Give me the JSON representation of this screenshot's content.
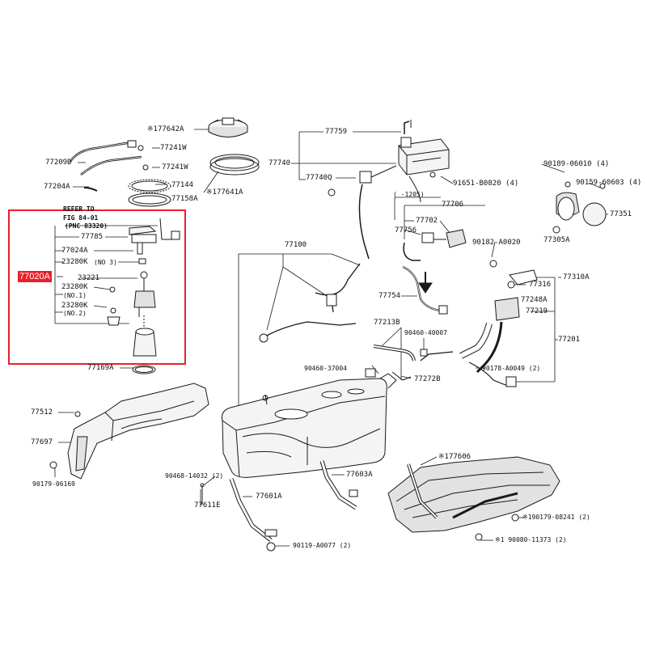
{
  "labels": {
    "p177642A": "※177642A",
    "p77241W_a": "77241W",
    "p77209D": "77209D",
    "p77241W_b": "77241W",
    "p77204A": "77204A",
    "p77144": "77144",
    "p77158A": "77158A",
    "p177641A": "※177641A",
    "refer": "REFER TO",
    "fig": "FIG 84-01",
    "pnc": "(PNC 83320)",
    "p77785": "77785",
    "p77024A": "77024A",
    "p23280K_3": "23280K",
    "no3": "(NO 3)",
    "p77020A": "77020A",
    "p23221": "23221",
    "p23280K_1": "23280K",
    "no1": "(NO.1)",
    "p23280K_2": "23280K",
    "no2": "(NO.2)",
    "p77169A": "77169A",
    "p77759": "77759",
    "p77740": "77740",
    "p77740Q": "77740Q",
    "p91651": "91651-B0820 (4)",
    "p90189": "90189-06010 (4)",
    "p90159": "90159-60603 (4)",
    "p77351": "77351",
    "p77305A": "77305A",
    "range1205": "(  -1205)",
    "p77706": "77706",
    "p77702": "77702",
    "p77756": "77756",
    "p90182": "90182-A0020",
    "p77100": "77100",
    "p77754": "77754",
    "p77310A": "77310A",
    "p77316": "77316",
    "p77248A": "77248A",
    "p77219": "77219",
    "p77213B": "77213B",
    "p90460_40007": "90460-40007",
    "p77201": "77201",
    "p90460_37004": "90460-37004",
    "p90178": "90178-A0049 (2)",
    "p77272B": "77272B",
    "p77512": "77512",
    "p77697": "77697",
    "p90179_06169": "90179-06169",
    "p90468": "90468-14032 (2)",
    "p77603A": "77603A",
    "p177606": "※177606",
    "p77611E": "77611E",
    "p77601A": "77601A",
    "p190179": "※190179-08241 (2)",
    "p190080": "※1 90080-11373 (2)",
    "p90119": "90119-A0077 (2)"
  },
  "highlight": {
    "part": "77020A",
    "color": "#e8202a"
  },
  "colors": {
    "line": "#1a1a1a",
    "fill_light": "#f4f4f4",
    "fill_mid": "#e2e2e2"
  }
}
